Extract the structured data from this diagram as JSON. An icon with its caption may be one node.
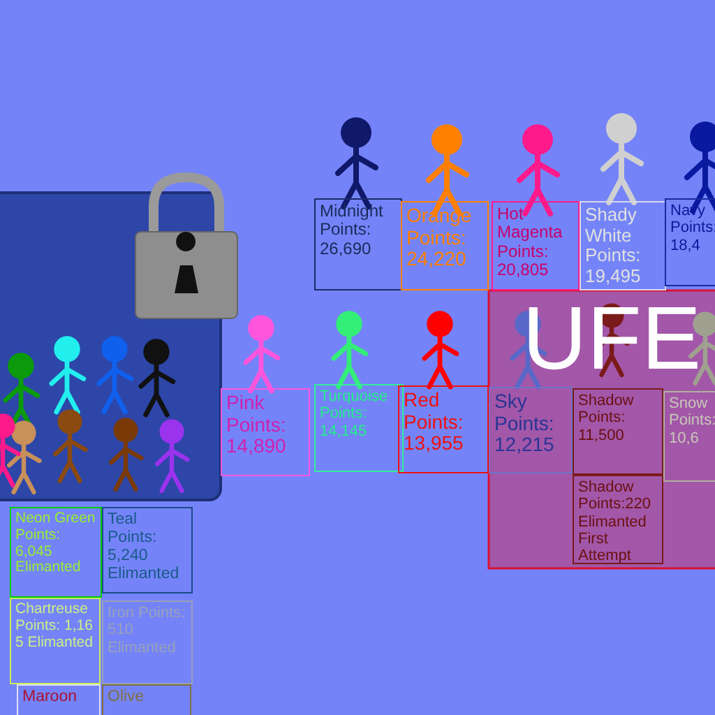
{
  "diagram": {
    "nodes": [
      {
        "text": [
          "Midnight Points: 26,690"
        ]
      },
      {
        "text": [
          "Orange Points: 24,220"
        ]
      },
      {
        "text": [
          "Hot Magenta Points: 20,805"
        ]
      },
      {
        "text": [
          "Shady White Points: 19,495"
        ]
      },
      {
        "text": [
          "Navy Points: 18,4"
        ]
      },
      {
        "text": [
          "Pink Points: 14,890"
        ]
      },
      {
        "text": [
          "Turquoise Points: 14,145"
        ]
      },
      {
        "text": [
          "Red Points: 13,955"
        ]
      },
      {
        "text": [
          "Sky Points: 12,215"
        ]
      },
      {
        "text": [
          "Shadow Points: 11,500"
        ]
      },
      {
        "text": [
          "Snow Points: 10,6"
        ]
      },
      {
        "text": [
          "Shadow Points:220 Elimanted First Attempt"
        ]
      },
      {
        "text": [
          "Neon Green Points: 6,045 Elimanted"
        ]
      },
      {
        "text": [
          "Teal Points: 5,240 Elimanted"
        ]
      },
      {
        "text": [
          "Chartreuse Points: 1,165 Elimanted"
        ]
      },
      {
        "text": [
          "Iron Points: 510 Elimanted"
        ]
      },
      {
        "text": [
          "Maroon"
        ]
      },
      {
        "text": [
          "Olive"
        ]
      }
    ],
    "labels": [
      "UFE"
    ]
  }
}
